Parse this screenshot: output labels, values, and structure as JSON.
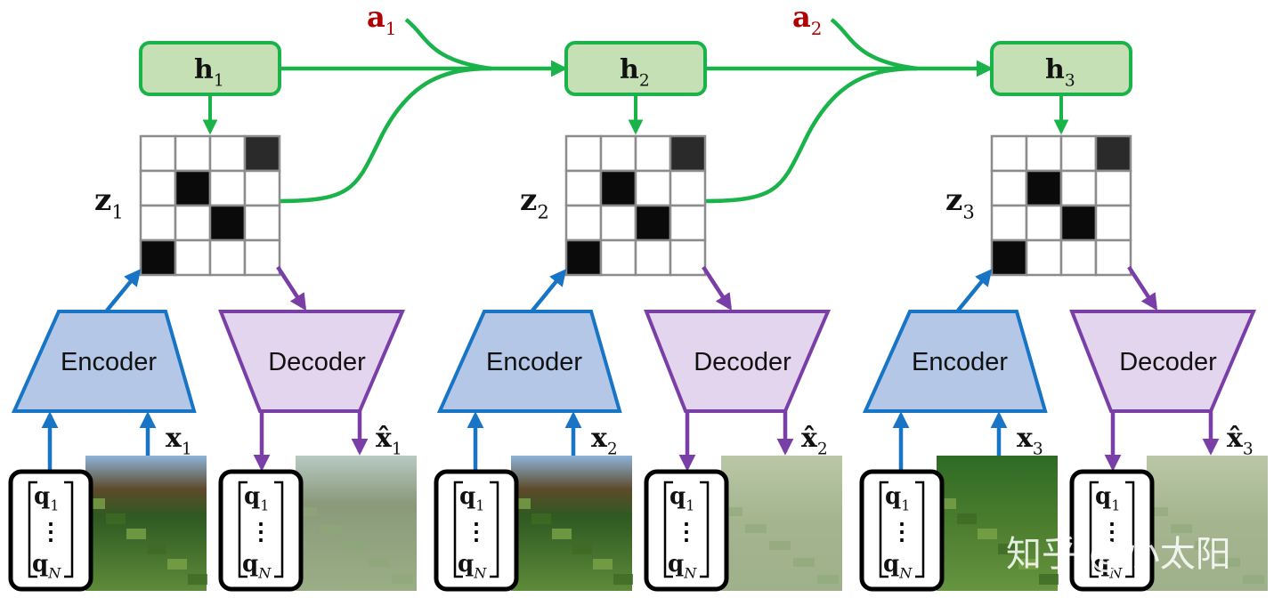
{
  "colors": {
    "recurrent": "#1ab34a",
    "encoder_stroke": "#1874c4",
    "encoder_fill": "#b4c7e7",
    "decoder_stroke": "#7a3fa6",
    "decoder_fill": "#e4d5ee",
    "state_fill": "#c5e0b4",
    "action_text": "#b00000",
    "grid_line": "#8c8c8c",
    "cell_on": "#0a0a0a",
    "cell_dim": "#2a2a2a"
  },
  "actions": [
    {
      "sym": "a",
      "sub": "1"
    },
    {
      "sym": "a",
      "sub": "2"
    }
  ],
  "steps": [
    {
      "state": {
        "sym": "h",
        "sub": "1"
      },
      "latent": {
        "sym": "z",
        "sub": "1"
      },
      "grid": [
        [
          0,
          0,
          0,
          2
        ],
        [
          0,
          1,
          0,
          0
        ],
        [
          0,
          0,
          1,
          0
        ],
        [
          1,
          0,
          0,
          0
        ]
      ],
      "encoder_label": "Encoder",
      "decoder_label": "Decoder",
      "input": {
        "sym": "x",
        "sub": "1"
      },
      "recon": {
        "sym": "x̂",
        "sub": "1"
      },
      "query_top": {
        "sym": "q",
        "sub": "1"
      },
      "query_bottom": {
        "sym": "q",
        "sub": "N"
      }
    },
    {
      "state": {
        "sym": "h",
        "sub": "2"
      },
      "latent": {
        "sym": "z",
        "sub": "2"
      },
      "grid": [
        [
          0,
          0,
          0,
          2
        ],
        [
          0,
          1,
          0,
          0
        ],
        [
          0,
          0,
          1,
          0
        ],
        [
          1,
          0,
          0,
          0
        ]
      ],
      "encoder_label": "Encoder",
      "decoder_label": "Decoder",
      "input": {
        "sym": "x",
        "sub": "2"
      },
      "recon": {
        "sym": "x̂",
        "sub": "2"
      },
      "query_top": {
        "sym": "q",
        "sub": "1"
      },
      "query_bottom": {
        "sym": "q",
        "sub": "N"
      }
    },
    {
      "state": {
        "sym": "h",
        "sub": "3"
      },
      "latent": {
        "sym": "z",
        "sub": "3"
      },
      "grid": [
        [
          0,
          0,
          0,
          2
        ],
        [
          0,
          1,
          0,
          0
        ],
        [
          0,
          0,
          1,
          0
        ],
        [
          1,
          0,
          0,
          0
        ]
      ],
      "encoder_label": "Encoder",
      "decoder_label": "Decoder",
      "input": {
        "sym": "x",
        "sub": "3"
      },
      "recon": {
        "sym": "x̂",
        "sub": "3"
      },
      "query_top": {
        "sym": "q",
        "sub": "1"
      },
      "query_bottom": {
        "sym": "q",
        "sub": "N"
      }
    }
  ],
  "watermark": "知乎 @小太阳"
}
